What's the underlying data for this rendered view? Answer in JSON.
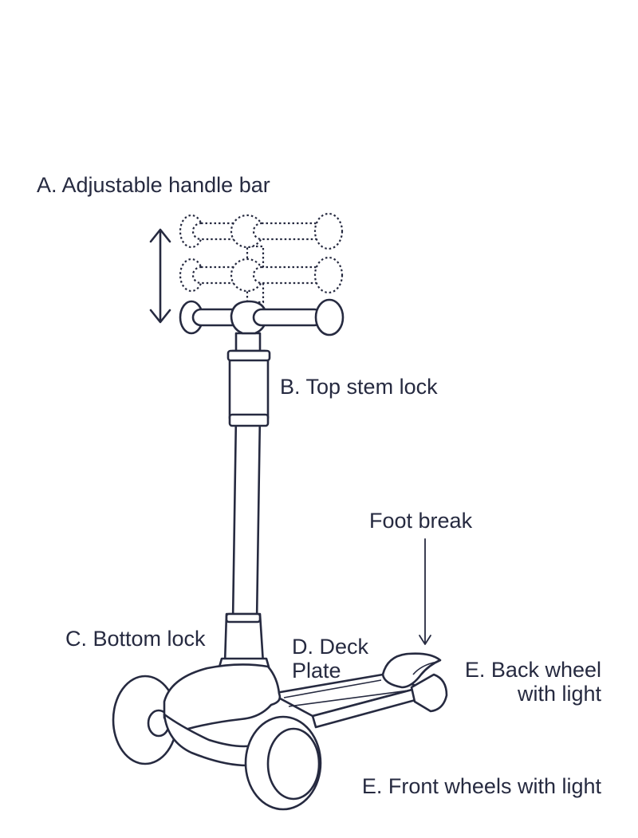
{
  "labels": {
    "handle_bar": "A. Adjustable handle bar",
    "top_stem_lock": "B. Top stem lock",
    "foot_break": "Foot break",
    "bottom_lock": "C. Bottom lock",
    "deck_plate_line1": "D. Deck",
    "deck_plate_line2": "Plate",
    "back_wheel_line1": "E. Back wheel",
    "back_wheel_line2": "with light",
    "front_wheels": "E. Front wheels with light"
  },
  "colors": {
    "ink": "#262a40",
    "background": "#ffffff"
  },
  "icons": [
    "up-down-arrow-icon",
    "down-arrow-icon"
  ]
}
